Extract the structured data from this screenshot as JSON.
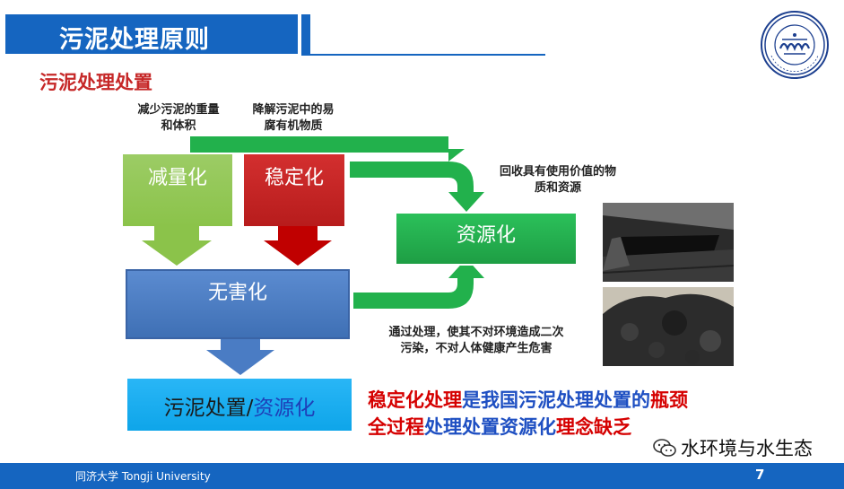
{
  "slide": {
    "title": "污泥处理原则",
    "subtitle": "污泥处理处置",
    "page_number": "7",
    "university": "同济大学 Tongji University"
  },
  "notes": {
    "reduce_goal_1": "减少污泥的重量",
    "reduce_goal_2": "和体积",
    "stabilize_goal_1": "降解污泥中的易",
    "stabilize_goal_2": "腐有机物质",
    "resource_goal_1": "回收具有使用价值的物",
    "resource_goal_2": "质和资源",
    "harmless_goal_1": "通过处理，使其不对环境造成二次",
    "harmless_goal_2": "污染，不对人体健康产生危害"
  },
  "boxes": {
    "reduction": "减量化",
    "stabilization": "稳定化",
    "resource": "资源化",
    "harmless": "无害化",
    "final_part1": "污泥处置/",
    "final_part2": "资源化"
  },
  "message": {
    "l1_a": "稳定化处理",
    "l1_b": "是我国污泥处理处置的",
    "l1_c": "瓶颈",
    "l2_a": "全过程",
    "l2_b": "处理处置资源化",
    "l2_c": "理念缺乏"
  },
  "watermark": {
    "text": "水环境与水生态",
    "icon": "wechat-icon"
  },
  "colors": {
    "blue": "#1565c0",
    "light_green": "#8bc34a",
    "red": "#c00000",
    "green": "#22b14c",
    "steel_blue": "#4a7cc4",
    "cyan": "#18a9e8",
    "text_red": "#d50000",
    "text_blue": "#1e4fc2"
  }
}
